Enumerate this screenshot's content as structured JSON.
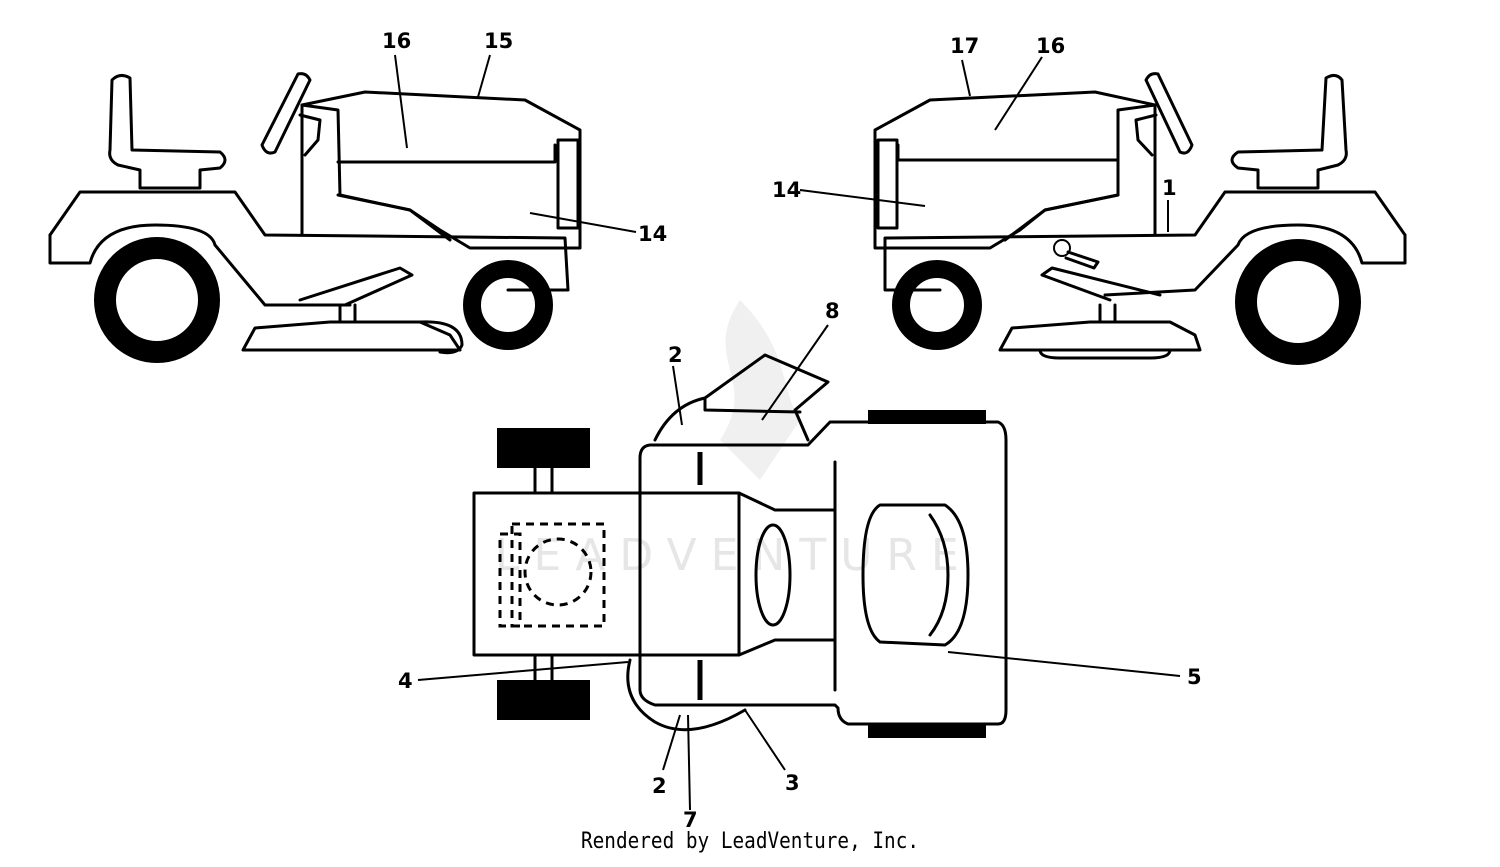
{
  "watermark": {
    "text": "LEADVENTURE"
  },
  "callouts": {
    "left_view": {
      "c16": "16",
      "c15": "15",
      "c14": "14"
    },
    "right_view": {
      "c17": "17",
      "c16": "16",
      "c14": "14",
      "c1": "1"
    },
    "top_view": {
      "c8": "8",
      "c2_top": "2",
      "c4": "4",
      "c5": "5",
      "c2_bottom": "2",
      "c3": "3",
      "c7": "7"
    }
  },
  "footer": {
    "credit": "Rendered by LeadVenture, Inc."
  }
}
